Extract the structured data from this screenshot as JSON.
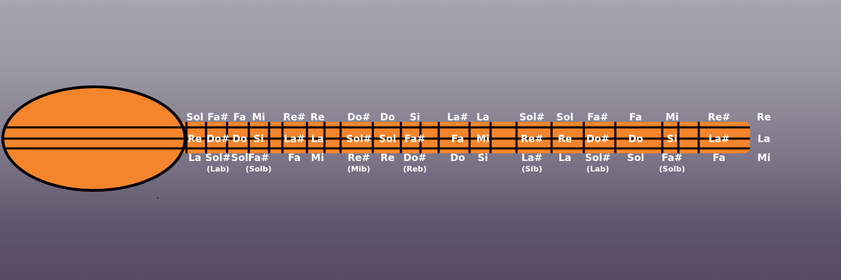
{
  "colors": {
    "body": "#f5852c",
    "outline": "#000000",
    "text": "#ffffff"
  },
  "rows": {
    "top": [
      "Sol",
      "Fa#",
      "Fa",
      "Mi",
      "Re#",
      "Re",
      "Do#",
      "Do",
      "Si",
      "La#",
      "La",
      "Sol#",
      "Sol",
      "Fa#",
      "Fa",
      "Mi",
      "Re#",
      "Re"
    ],
    "middle": [
      "Re",
      "Do#",
      "Do",
      "Si",
      "La#",
      "La",
      "Sol#",
      "Sol",
      "Fa#",
      "Fa",
      "Mi",
      "Re#",
      "Re",
      "Do#",
      "Do",
      "Si",
      "La#",
      "La"
    ],
    "bottom": [
      "La",
      "Sol#",
      "Sol",
      "Fa#",
      "Fa",
      "Mi",
      "Re#",
      "Re",
      "Do#",
      "Do",
      "Si",
      "La#",
      "La",
      "Sol#",
      "Sol",
      "Fa#",
      "Fa",
      "Mi"
    ],
    "bottom_sub": [
      "",
      "(Lab)",
      "",
      "(Solb)",
      "",
      "",
      "(Mib)",
      "",
      "(Reb)",
      "",
      "",
      "(Sib)",
      "",
      "(Lab)",
      "",
      "(Solb)",
      "",
      ""
    ]
  }
}
